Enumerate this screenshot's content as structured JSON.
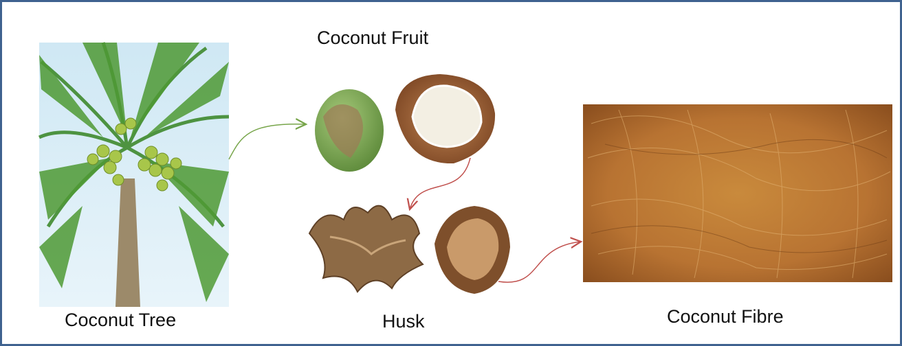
{
  "diagram": {
    "captions": {
      "tree": "Coconut Tree",
      "fruit": "Coconut Fruit",
      "husk": "Husk",
      "fibre": "Coconut Fibre"
    },
    "colors": {
      "border": "#3f628f",
      "arrow_green": "#77a54a",
      "arrow_red": "#c0504d"
    }
  }
}
